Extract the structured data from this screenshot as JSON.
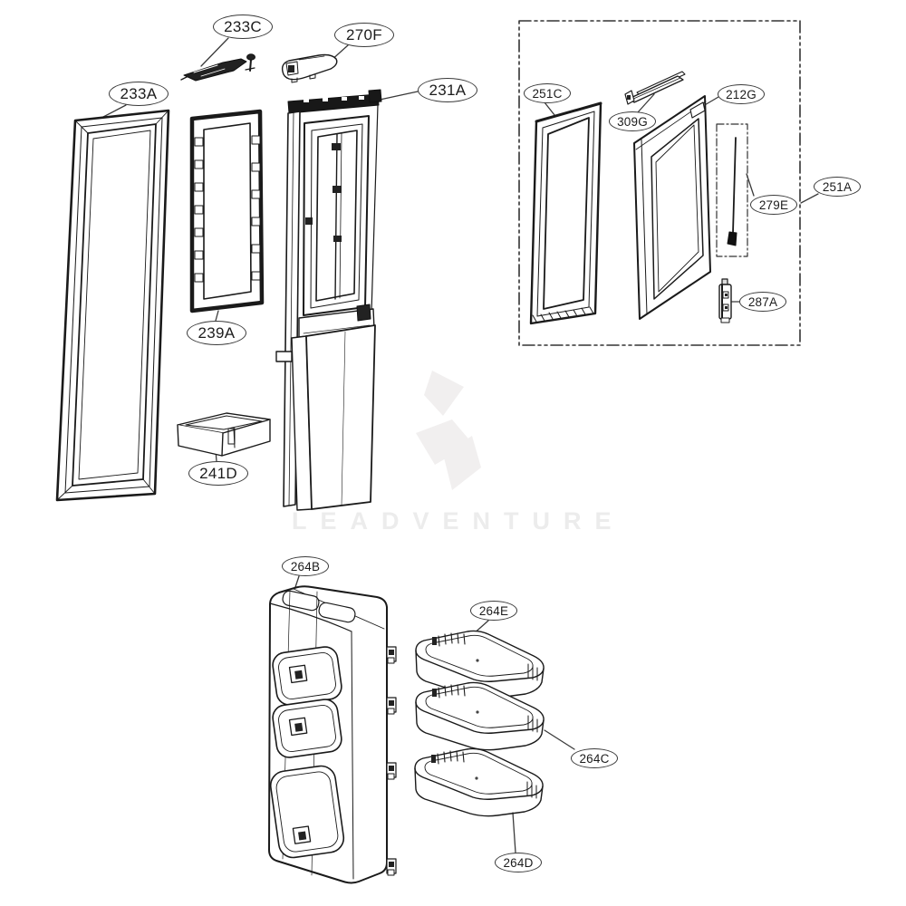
{
  "watermark": "LEADVENTURE",
  "callouts": [
    {
      "part": "233C"
    },
    {
      "part": "270F"
    },
    {
      "part": "233A"
    },
    {
      "part": "231A"
    },
    {
      "part": "239A"
    },
    {
      "part": "241D"
    },
    {
      "part": "251C"
    },
    {
      "part": "309G"
    },
    {
      "part": "212G"
    },
    {
      "part": "279E"
    },
    {
      "part": "251A"
    },
    {
      "part": "287A"
    },
    {
      "part": "264B"
    },
    {
      "part": "264E"
    },
    {
      "part": "264C"
    },
    {
      "part": "264D"
    }
  ]
}
